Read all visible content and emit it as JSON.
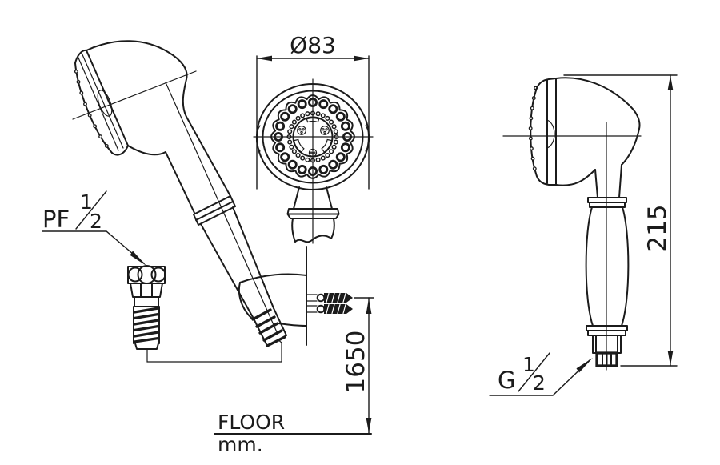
{
  "labels": {
    "diameter_dim": "Ø83",
    "height_dim": "215",
    "floor_height_dim": "1650",
    "floor": "FLOOR",
    "units": "mm.",
    "pf_thread": {
      "prefix": "PF",
      "numerator": "1",
      "denominator": "2"
    },
    "g_thread": {
      "prefix": "G",
      "numerator": "1",
      "denominator": "2"
    }
  },
  "colors": {
    "line": "#1b1b1b",
    "background": "#ffffff"
  }
}
